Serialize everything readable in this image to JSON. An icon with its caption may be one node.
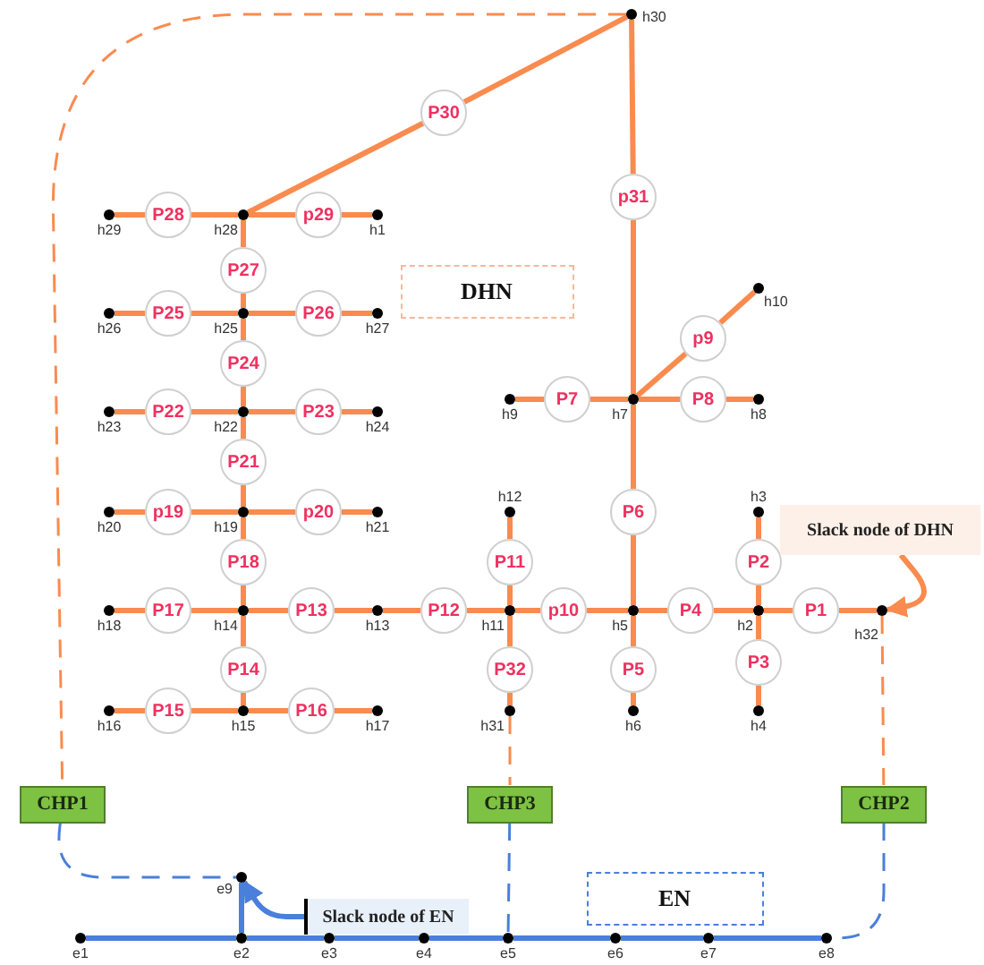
{
  "diagram": {
    "nodes": [
      {
        "text": [],
        "shape": "circle",
        "beside": [
          "h30"
        ]
      },
      {
        "text": [
          "P30"
        ]
      },
      {
        "text": [
          "p31"
        ]
      },
      {
        "text": [],
        "shape": "circle",
        "beside": [
          "h29"
        ]
      },
      {
        "text": [
          "P28"
        ]
      },
      {
        "text": [],
        "shape": "circle",
        "beside": [
          "h28"
        ]
      },
      {
        "text": [
          "p29"
        ]
      },
      {
        "text": [],
        "shape": "circle",
        "beside": [
          "h1"
        ]
      },
      {
        "text": [
          "P27"
        ]
      },
      {
        "text": [
          "DHN"
        ]
      },
      {
        "text": [],
        "shape": "circle",
        "beside": [
          "h26"
        ]
      },
      {
        "text": [
          "P25"
        ]
      },
      {
        "text": [],
        "shape": "circle",
        "beside": [
          "h25"
        ]
      },
      {
        "text": [
          "P26"
        ]
      },
      {
        "text": [],
        "shape": "circle",
        "beside": [
          "h27"
        ]
      },
      {
        "text": [],
        "shape": "circle",
        "beside": [
          "h10"
        ]
      },
      {
        "text": [
          "p9"
        ]
      },
      {
        "text": [],
        "shape": "circle",
        "beside": [
          "h9"
        ]
      },
      {
        "text": [
          "P7"
        ]
      },
      {
        "text": [],
        "shape": "circle",
        "beside": [
          "h7"
        ]
      },
      {
        "text": [
          "P8"
        ]
      },
      {
        "text": [],
        "shape": "circle",
        "beside": [
          "h8"
        ]
      },
      {
        "text": [
          "P24"
        ]
      },
      {
        "text": [],
        "shape": "circle",
        "beside": [
          "h23"
        ]
      },
      {
        "text": [
          "P22"
        ]
      },
      {
        "text": [],
        "shape": "circle",
        "beside": [
          "h22"
        ]
      },
      {
        "text": [
          "P23"
        ]
      },
      {
        "text": [],
        "shape": "circle",
        "beside": [
          "h24"
        ]
      },
      {
        "text": [
          "P21"
        ]
      },
      {
        "text": [],
        "shape": "circle",
        "beside": [
          "h20"
        ]
      },
      {
        "text": [
          "p19"
        ]
      },
      {
        "text": [],
        "shape": "circle",
        "beside": [
          "h19"
        ]
      },
      {
        "text": [
          "p20"
        ]
      },
      {
        "text": [],
        "shape": "circle",
        "beside": [
          "h21"
        ]
      },
      {
        "text": [],
        "shape": "circle",
        "beside": [
          "h12"
        ]
      },
      {
        "text": [
          "P6"
        ]
      },
      {
        "text": [],
        "shape": "circle",
        "beside": [
          "h3"
        ]
      },
      {
        "text": [
          "P18"
        ]
      },
      {
        "text": [
          "P11"
        ]
      },
      {
        "text": [
          "P2"
        ]
      },
      {
        "text": [
          "Slack node of DHN"
        ]
      },
      {
        "text": [],
        "shape": "circle",
        "beside": [
          "h18"
        ]
      },
      {
        "text": [
          "P17"
        ]
      },
      {
        "text": [],
        "shape": "circle",
        "beside": [
          "h14"
        ]
      },
      {
        "text": [
          "P13"
        ]
      },
      {
        "text": [],
        "shape": "circle",
        "beside": [
          "h13"
        ]
      },
      {
        "text": [
          "P12"
        ]
      },
      {
        "text": [],
        "shape": "circle",
        "beside": [
          "h11"
        ]
      },
      {
        "text": [
          "p10"
        ]
      },
      {
        "text": [],
        "shape": "circle",
        "beside": [
          "h5"
        ]
      },
      {
        "text": [
          "P4"
        ]
      },
      {
        "text": [],
        "shape": "circle",
        "beside": [
          "h2"
        ]
      },
      {
        "text": [
          "P1"
        ]
      },
      {
        "text": [],
        "shape": "circle",
        "beside": [
          "h32"
        ]
      },
      {
        "text": [
          "P14"
        ]
      },
      {
        "text": [
          "P32"
        ]
      },
      {
        "text": [
          "P5"
        ]
      },
      {
        "text": [
          "P3"
        ]
      },
      {
        "text": [],
        "shape": "circle",
        "beside": [
          "h16"
        ]
      },
      {
        "text": [
          "P15"
        ]
      },
      {
        "text": [],
        "shape": "circle",
        "beside": [
          "h15"
        ]
      },
      {
        "text": [
          "P16"
        ]
      },
      {
        "text": [],
        "shape": "circle",
        "beside": [
          "h17"
        ]
      },
      {
        "text": [],
        "shape": "circle",
        "beside": [
          "h31"
        ]
      },
      {
        "text": [],
        "shape": "circle",
        "beside": [
          "h6"
        ]
      },
      {
        "text": [],
        "shape": "circle",
        "beside": [
          "h4"
        ]
      },
      {
        "text": [
          "CHP1"
        ]
      },
      {
        "text": [
          "CHP3"
        ]
      },
      {
        "text": [
          "CHP2"
        ]
      },
      {
        "text": [],
        "shape": "circle",
        "beside": [
          "e9"
        ]
      },
      {
        "text": [
          "Slack node of EN"
        ]
      },
      {
        "text": [
          "EN"
        ]
      },
      {
        "text": [],
        "shape": "circle",
        "beside": [
          "e1"
        ]
      },
      {
        "text": [],
        "shape": "circle",
        "beside": [
          "e2"
        ]
      },
      {
        "text": [],
        "shape": "circle",
        "beside": [
          "e3"
        ]
      },
      {
        "text": [],
        "shape": "circle",
        "beside": [
          "e4"
        ]
      },
      {
        "text": [],
        "shape": "circle",
        "beside": [
          "e5"
        ]
      },
      {
        "text": [],
        "shape": "circle",
        "beside": [
          "e6"
        ]
      },
      {
        "text": [],
        "shape": "circle",
        "beside": [
          "e7"
        ]
      },
      {
        "text": [],
        "shape": "circle",
        "beside": [
          "e8"
        ]
      }
    ],
    "edges": [
      {
        "from": 0,
        "to": 1,
        "arrow": "none"
      },
      {
        "from": 1,
        "to": 5,
        "arrow": "none"
      },
      {
        "from": 0,
        "to": 2,
        "arrow": "none"
      },
      {
        "from": 2,
        "to": 19,
        "arrow": "none"
      },
      {
        "from": 3,
        "to": 4,
        "arrow": "none"
      },
      {
        "from": 4,
        "to": 5,
        "arrow": "none"
      },
      {
        "from": 5,
        "to": 6,
        "arrow": "none"
      },
      {
        "from": 6,
        "to": 7,
        "arrow": "none"
      },
      {
        "from": 5,
        "to": 8,
        "arrow": "none"
      },
      {
        "from": 8,
        "to": 12,
        "arrow": "none"
      },
      {
        "from": 10,
        "to": 11,
        "arrow": "none"
      },
      {
        "from": 11,
        "to": 12,
        "arrow": "none"
      },
      {
        "from": 12,
        "to": 13,
        "arrow": "none"
      },
      {
        "from": 13,
        "to": 14,
        "arrow": "none"
      },
      {
        "from": 12,
        "to": 22,
        "arrow": "none"
      },
      {
        "from": 22,
        "to": 25,
        "arrow": "none"
      },
      {
        "from": 23,
        "to": 24,
        "arrow": "none"
      },
      {
        "from": 24,
        "to": 25,
        "arrow": "none"
      },
      {
        "from": 25,
        "to": 26,
        "arrow": "none"
      },
      {
        "from": 26,
        "to": 27,
        "arrow": "none"
      },
      {
        "from": 25,
        "to": 28,
        "arrow": "none"
      },
      {
        "from": 28,
        "to": 31,
        "arrow": "none"
      },
      {
        "from": 29,
        "to": 30,
        "arrow": "none"
      },
      {
        "from": 30,
        "to": 31,
        "arrow": "none"
      },
      {
        "from": 31,
        "to": 32,
        "arrow": "none"
      },
      {
        "from": 32,
        "to": 33,
        "arrow": "none"
      },
      {
        "from": 31,
        "to": 37,
        "arrow": "none"
      },
      {
        "from": 37,
        "to": 43,
        "arrow": "none"
      },
      {
        "from": 17,
        "to": 18,
        "arrow": "none"
      },
      {
        "from": 18,
        "to": 19,
        "arrow": "none"
      },
      {
        "from": 19,
        "to": 20,
        "arrow": "none"
      },
      {
        "from": 20,
        "to": 21,
        "arrow": "none"
      },
      {
        "from": 19,
        "to": 16,
        "arrow": "none"
      },
      {
        "from": 16,
        "to": 15,
        "arrow": "none"
      },
      {
        "from": 19,
        "to": 35,
        "arrow": "none"
      },
      {
        "from": 35,
        "to": 49,
        "arrow": "none"
      },
      {
        "from": 34,
        "to": 38,
        "arrow": "none"
      },
      {
        "from": 38,
        "to": 47,
        "arrow": "none"
      },
      {
        "from": 36,
        "to": 39,
        "arrow": "none"
      },
      {
        "from": 39,
        "to": 51,
        "arrow": "none"
      },
      {
        "from": 41,
        "to": 42,
        "arrow": "none"
      },
      {
        "from": 42,
        "to": 43,
        "arrow": "none"
      },
      {
        "from": 43,
        "to": 44,
        "arrow": "none"
      },
      {
        "from": 44,
        "to": 45,
        "arrow": "none"
      },
      {
        "from": 45,
        "to": 46,
        "arrow": "none"
      },
      {
        "from": 46,
        "to": 47,
        "arrow": "none"
      },
      {
        "from": 47,
        "to": 48,
        "arrow": "none"
      },
      {
        "from": 48,
        "to": 49,
        "arrow": "none"
      },
      {
        "from": 49,
        "to": 50,
        "arrow": "none"
      },
      {
        "from": 50,
        "to": 51,
        "arrow": "none"
      },
      {
        "from": 51,
        "to": 52,
        "arrow": "none"
      },
      {
        "from": 52,
        "to": 53,
        "arrow": "none"
      },
      {
        "from": 43,
        "to": 54,
        "arrow": "none"
      },
      {
        "from": 54,
        "to": 60,
        "arrow": "none"
      },
      {
        "from": 47,
        "to": 55,
        "arrow": "none"
      },
      {
        "from": 55,
        "to": 63,
        "arrow": "none"
      },
      {
        "from": 49,
        "to": 56,
        "arrow": "none"
      },
      {
        "from": 56,
        "to": 64,
        "arrow": "none"
      },
      {
        "from": 51,
        "to": 57,
        "arrow": "none"
      },
      {
        "from": 57,
        "to": 65,
        "arrow": "none"
      },
      {
        "from": 58,
        "to": 59,
        "arrow": "none"
      },
      {
        "from": 59,
        "to": 60,
        "arrow": "none"
      },
      {
        "from": 60,
        "to": 61,
        "arrow": "none"
      },
      {
        "from": 61,
        "to": 62,
        "arrow": "none"
      },
      {
        "from": 0,
        "to": 66,
        "arrow": "none",
        "style": "dashed"
      },
      {
        "from": 63,
        "to": 67,
        "arrow": "none",
        "style": "dashed"
      },
      {
        "from": 53,
        "to": 68,
        "arrow": "none",
        "style": "dashed"
      },
      {
        "from": 40,
        "to": 53,
        "arrow": "to"
      },
      {
        "from": 66,
        "to": 69,
        "arrow": "none",
        "style": "dashed",
        "color": "#4a7fdb"
      },
      {
        "from": 67,
        "to": 76,
        "arrow": "none",
        "style": "dashed",
        "color": "#4a7fdb"
      },
      {
        "from": 68,
        "to": 79,
        "arrow": "none",
        "style": "dashed",
        "color": "#4a7fdb"
      },
      {
        "from": 70,
        "to": 69,
        "arrow": "to",
        "color": "#4a7fdb"
      },
      {
        "from": 72,
        "to": 73,
        "arrow": "none",
        "color": "#4a7fdb"
      },
      {
        "from": 73,
        "to": 74,
        "arrow": "none",
        "color": "#4a7fdb"
      },
      {
        "from": 74,
        "to": 75,
        "arrow": "none",
        "color": "#4a7fdb"
      },
      {
        "from": 75,
        "to": 76,
        "arrow": "none",
        "color": "#4a7fdb"
      },
      {
        "from": 76,
        "to": 77,
        "arrow": "none",
        "color": "#4a7fdb"
      },
      {
        "from": 77,
        "to": 78,
        "arrow": "none",
        "color": "#4a7fdb"
      },
      {
        "from": 78,
        "to": 79,
        "arrow": "none",
        "color": "#4a7fdb"
      },
      {
        "from": 73,
        "to": 69,
        "arrow": "none",
        "color": "#4a7fdb"
      }
    ]
  }
}
